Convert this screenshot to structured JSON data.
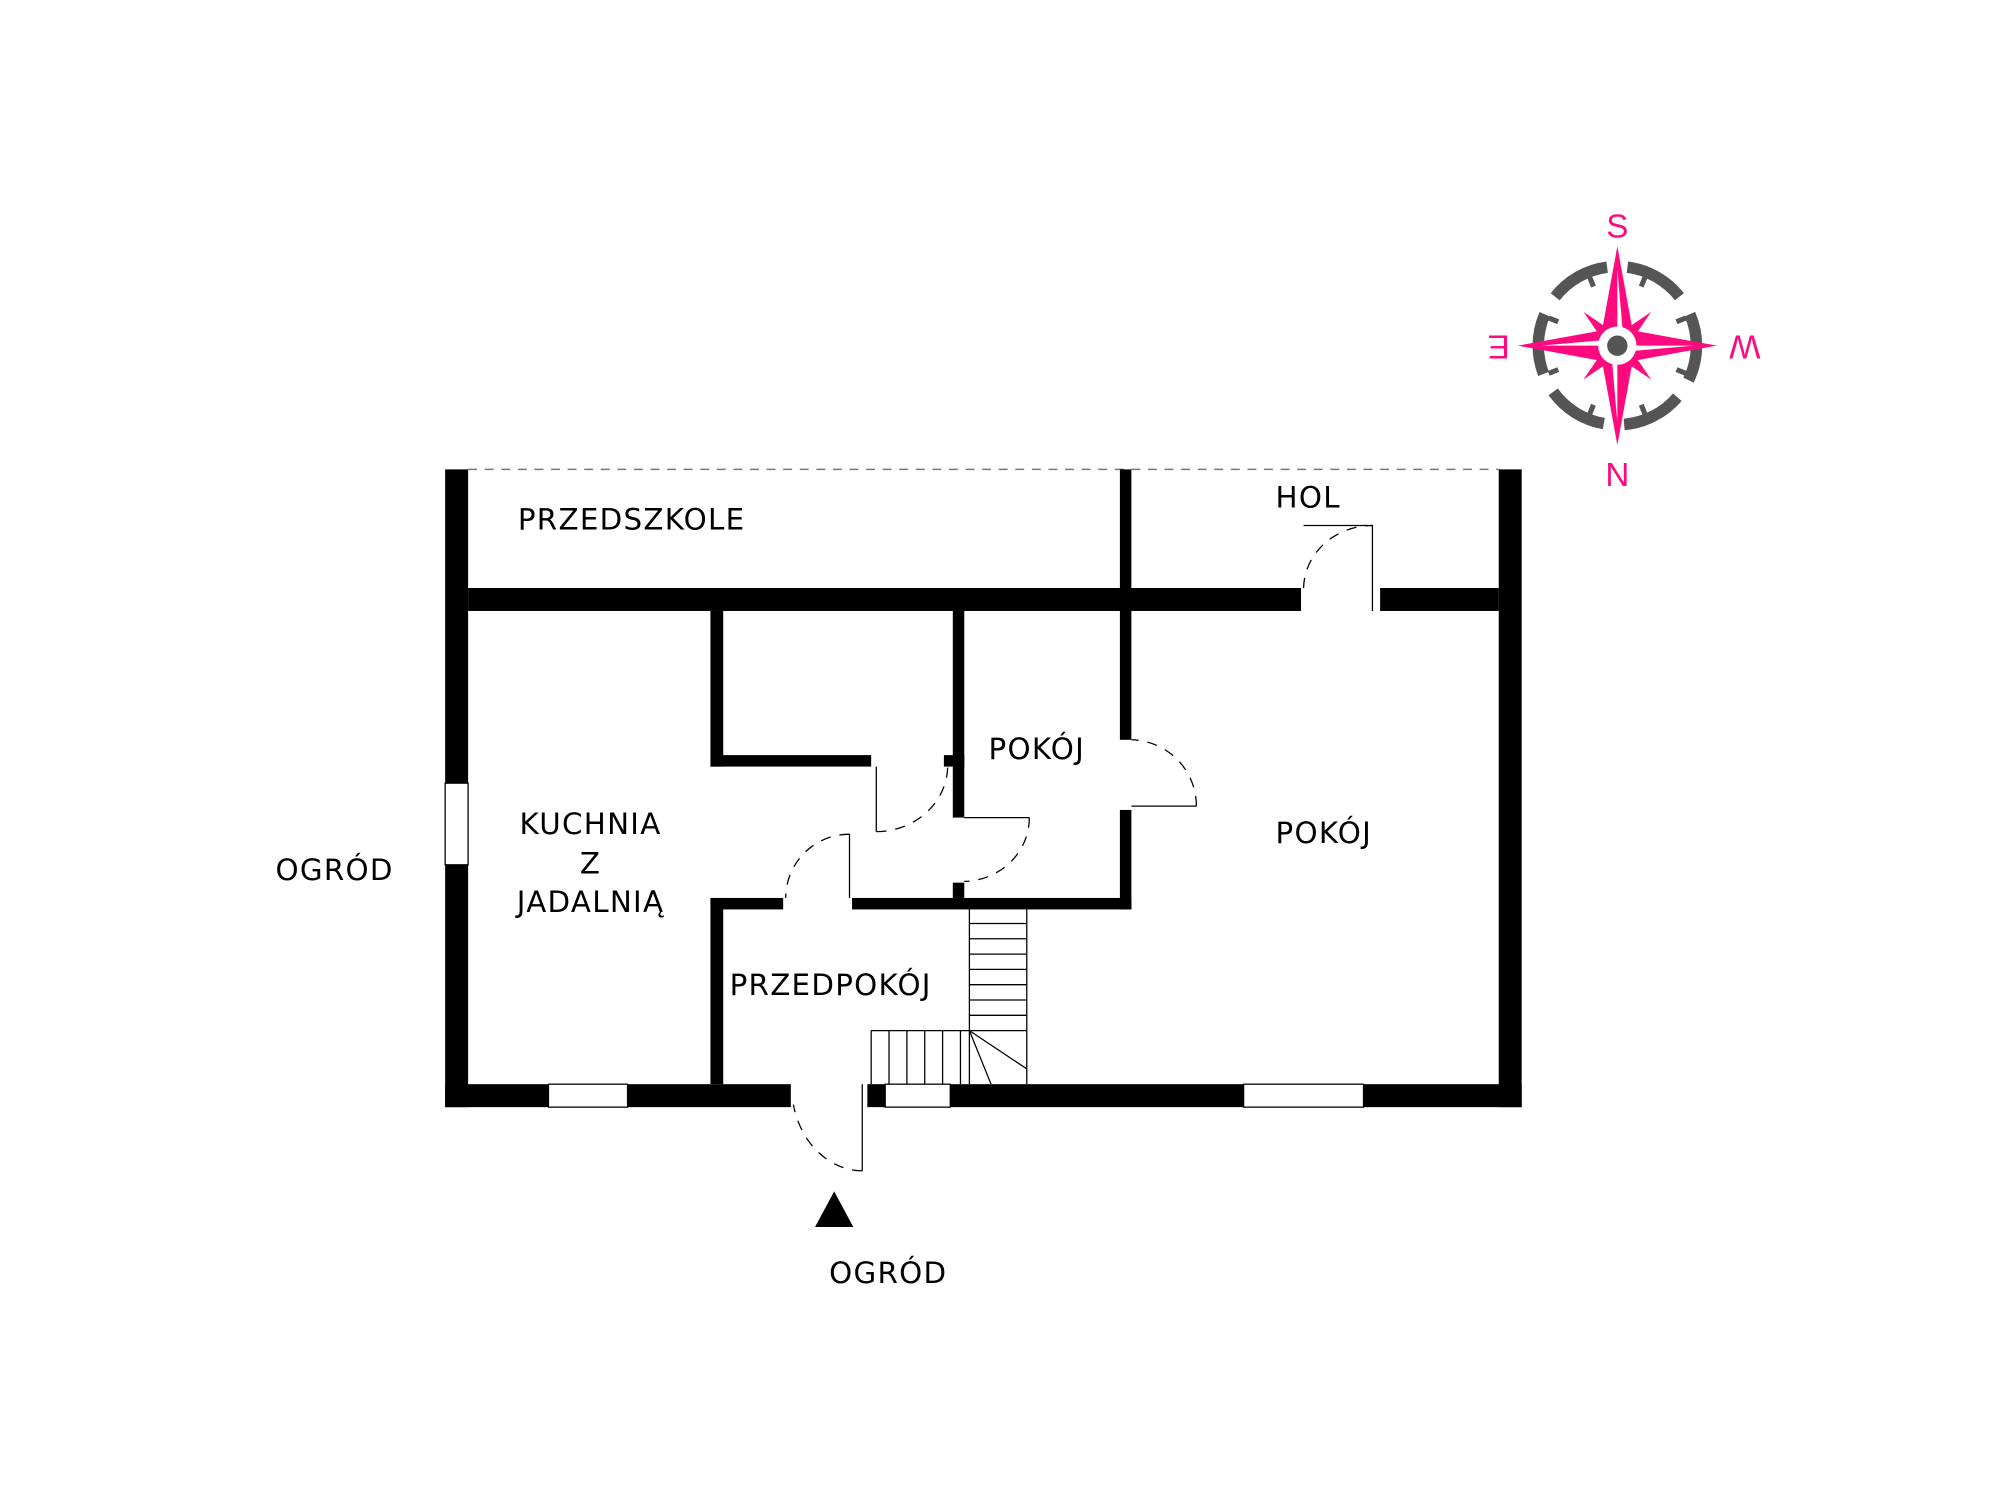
{
  "rooms": {
    "przedszkole": "PRZEDSZKOLE",
    "hol": "HOL",
    "pokoj_small": "POKÓJ",
    "pokoj_large": "POKÓJ",
    "kuchnia_1": "KUCHNIA",
    "kuchnia_2": "Z",
    "kuchnia_3": "JADALNIĄ",
    "przedpokoj": "PRZEDPOKÓJ"
  },
  "outside": {
    "west": "OGRÓD",
    "south": "OGRÓD"
  },
  "compass": {
    "top": "S",
    "bottom": "N",
    "left": "E",
    "right": "W",
    "accent": "#ff0a7e",
    "ring": "#555555"
  }
}
